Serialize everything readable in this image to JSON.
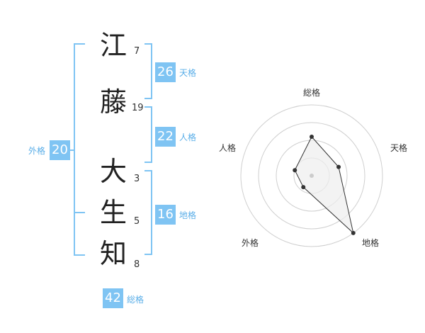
{
  "name": {
    "chars": [
      {
        "char": "江",
        "strokes": "7"
      },
      {
        "char": "藤",
        "strokes": "19"
      },
      {
        "char": "大",
        "strokes": "3"
      },
      {
        "char": "生",
        "strokes": "5"
      },
      {
        "char": "知",
        "strokes": "8"
      }
    ]
  },
  "kaku": {
    "tenkaku": {
      "value": "26",
      "label": "天格"
    },
    "jinkaku": {
      "value": "22",
      "label": "人格"
    },
    "chikaku": {
      "value": "16",
      "label": "地格"
    },
    "gaikaku": {
      "value": "20",
      "label": "外格"
    },
    "soukaku": {
      "value": "42",
      "label": "総格"
    }
  },
  "colors": {
    "accent": "#7fc4f3",
    "text": "#222222",
    "radar_line": "#333333"
  },
  "chart_data": {
    "type": "radar",
    "axes": [
      "総格",
      "天格",
      "地格",
      "外格",
      "人格"
    ],
    "values": [
      0.55,
      0.4,
      1.0,
      0.2,
      0.25
    ],
    "rings": 4
  }
}
